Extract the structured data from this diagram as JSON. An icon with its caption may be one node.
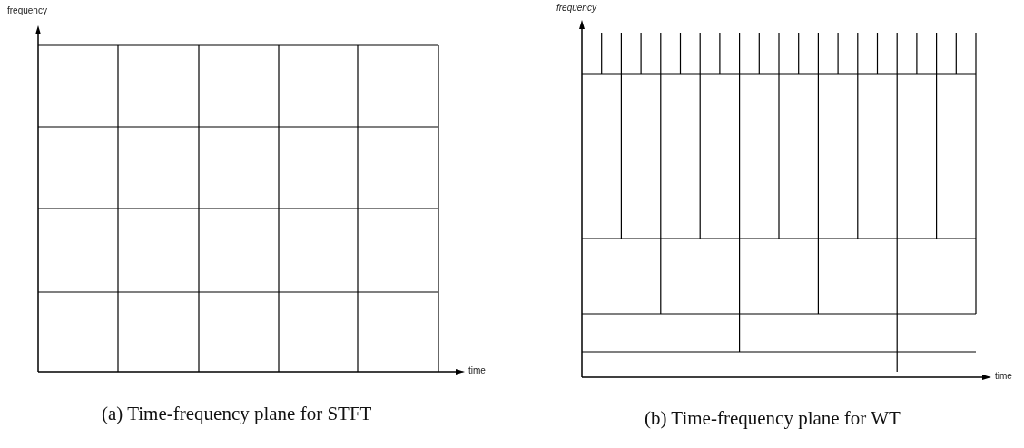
{
  "diagram": {
    "labels": [
      "frequency",
      "time",
      "(a) Time-frequency plane for STFT",
      "frequency",
      "time",
      "(b) Time-frequency plane for WT"
    ]
  }
}
